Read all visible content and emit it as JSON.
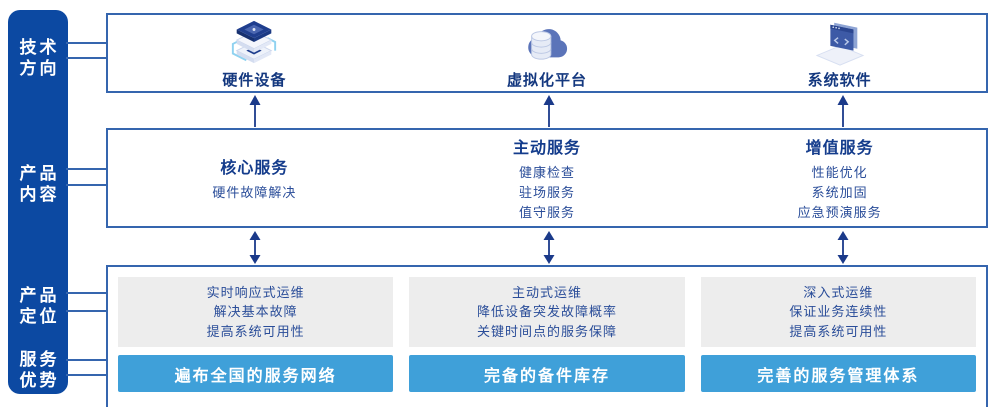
{
  "colors": {
    "sidebar_blue": "#0c49a2",
    "box_border_blue": "#3565ae",
    "navy_text": "#143c8c",
    "body_text": "#2a4d99",
    "panel_gray": "#ededed",
    "banner_blue": "#3fa0d9",
    "arrow_navy": "#1b3a8a"
  },
  "sidebar": {
    "labels": [
      {
        "line1": "技术",
        "line2": "方向"
      },
      {
        "line1": "产品",
        "line2": "内容"
      },
      {
        "line1": "产品",
        "line2": "定位"
      },
      {
        "line1": "服务",
        "line2": "优势"
      }
    ]
  },
  "tech_row": {
    "items": [
      {
        "label": "硬件设备",
        "icon": "hardware-stack-icon"
      },
      {
        "label": "虚拟化平台",
        "icon": "cloud-database-icon"
      },
      {
        "label": "系统软件",
        "icon": "code-window-icon"
      }
    ]
  },
  "content_row": {
    "columns": [
      {
        "title": "核心服务",
        "items": [
          "硬件故障解决"
        ]
      },
      {
        "title": "主动服务",
        "items": [
          "健康检查",
          "驻场服务",
          "值守服务"
        ]
      },
      {
        "title": "增值服务",
        "items": [
          "性能优化",
          "系统加固",
          "应急预演服务"
        ]
      }
    ]
  },
  "positioning_row": {
    "columns": [
      {
        "lines": [
          "实时响应式运维",
          "解决基本故障",
          "提高系统可用性"
        ],
        "banner": "遍布全国的服务网络"
      },
      {
        "lines": [
          "主动式运维",
          "降低设备突发故障概率",
          "关键时间点的服务保障"
        ],
        "banner": "完备的备件库存"
      },
      {
        "lines": [
          "深入式运维",
          "保证业务连续性",
          "提高系统可用性"
        ],
        "banner": "完善的服务管理体系"
      }
    ]
  }
}
